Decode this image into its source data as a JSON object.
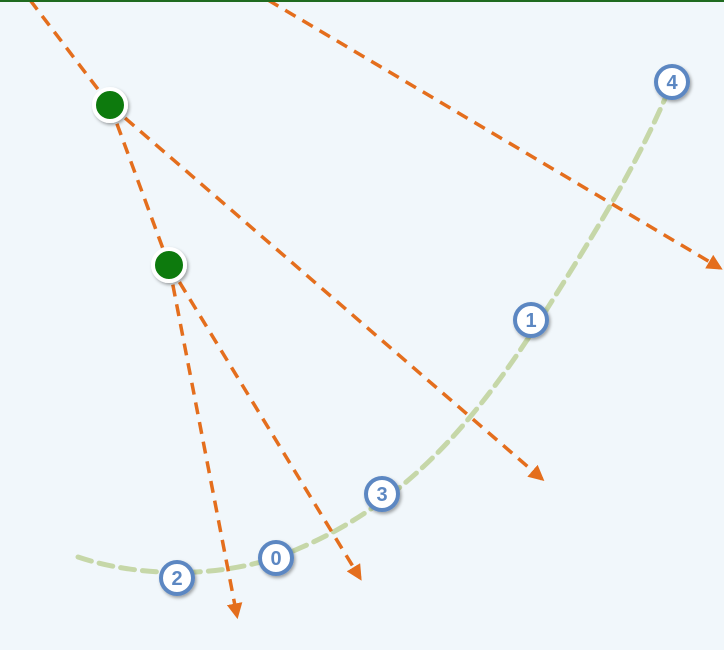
{
  "colors": {
    "background": "#f1f7fb",
    "top_rule": "#1f6b1f",
    "ray": "#e46e1d",
    "curve": "#c6d7a8",
    "node_fill": "#0a7a0a",
    "node_stroke": "#ffffff",
    "marker_stroke": "#5b87c2",
    "marker_text": "#5b87c2",
    "marker_fill": "#ffffff"
  },
  "icons": {
    "ray_tip": "arrowhead-icon",
    "node": "filled-circle-icon",
    "marker": "numbered-circle-icon"
  },
  "markers": [
    {
      "id": "marker-0",
      "label": "0"
    },
    {
      "id": "marker-1",
      "label": "1"
    },
    {
      "id": "marker-2",
      "label": "2"
    },
    {
      "id": "marker-3",
      "label": "3"
    },
    {
      "id": "marker-4",
      "label": "4"
    }
  ]
}
